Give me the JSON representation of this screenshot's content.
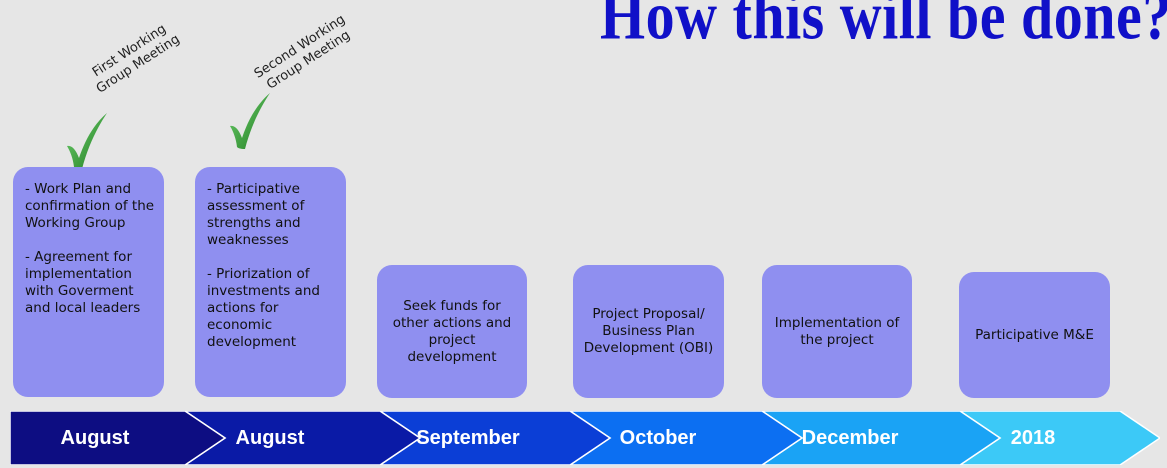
{
  "title": "How this will be done?",
  "milestones": [
    {
      "label_line1": "First Working",
      "label_line2": "Group Meeting"
    },
    {
      "label_line1": "Second Working",
      "label_line2": "Group Meeting"
    }
  ],
  "boxes": [
    {
      "para1": "- Work Plan and confirmation of the Working Group",
      "para2": "- Agreement for implementation with Goverment and local leaders"
    },
    {
      "para1": "- Participative assessment of strengths and weaknesses",
      "para2": "- Priorization of investments and actions for economic development"
    },
    {
      "text": "Seek funds for other actions and project development"
    },
    {
      "text": "Project Proposal/ Business Plan Development (OBI)"
    },
    {
      "text": "Implementation of the project"
    },
    {
      "text": "Participative M&E"
    }
  ],
  "timeline": {
    "segments": [
      "August",
      "August",
      "September",
      "October",
      "December",
      "2018"
    ],
    "colors": [
      "#0d0d82",
      "#0a1aa6",
      "#0b3ed6",
      "#0c6ff2",
      "#1aa3f5",
      "#3cc9f7"
    ]
  },
  "icons": {
    "checkmark": "check-icon"
  },
  "colors": {
    "title": "#1010c8",
    "box_fill": "#8f8ff0",
    "check": "#3aa33a",
    "background": "#e6e6e6"
  }
}
